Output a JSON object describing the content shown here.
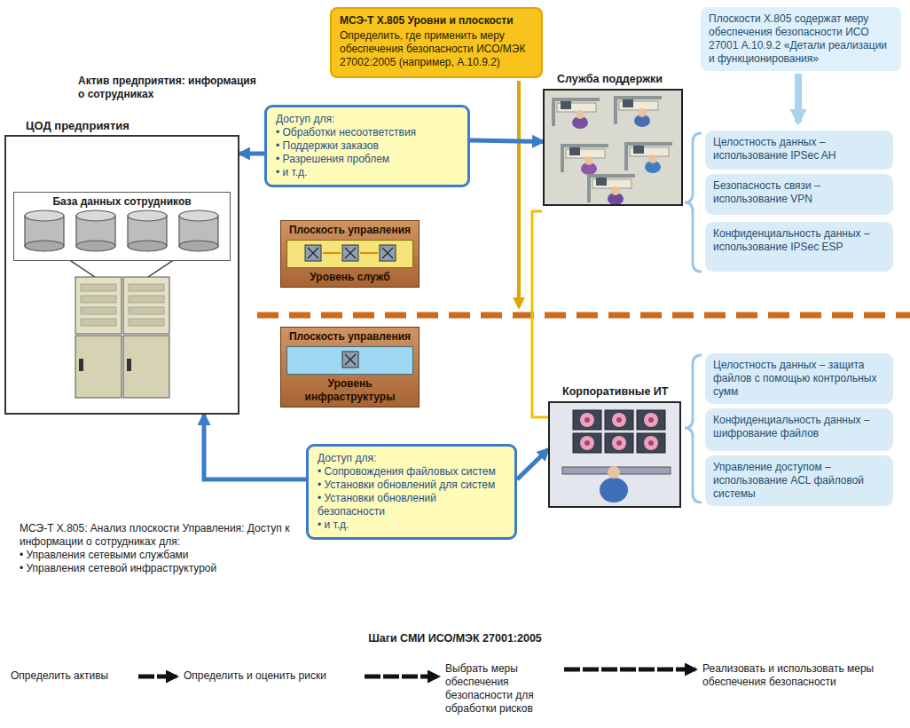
{
  "diagram": {
    "nodes": [
      {
        "text": [
          "МСЭ-Т X.805 Уровни и плоскости",
          "Определить, где применить меру обеспечения безопасности ИСО/МЭК 27002:2005 (например, А.10.9.2)"
        ]
      },
      {
        "text": [
          "Плоскости X.805 содержат меру обеспечения безопасности ИСО 27001 А.10.9.2 «Детали реализации и функционирования»"
        ]
      },
      {
        "text": [
          "ЦОД предприятия"
        ]
      },
      {
        "text": [
          "База данных сотрудников"
        ],
        "in": 2
      },
      {
        "text": [
          "Доступ для:",
          "• Обработки несоответствия",
          "• Поддержки заказов",
          "• Разрешения проблем",
          "• и т.д."
        ]
      },
      {
        "text": [
          "Плоскость управления",
          "Уровень служб"
        ]
      },
      {
        "text": [
          "Служба поддержки"
        ]
      },
      {
        "text": [
          "Целостность данных – использование IPSec AH"
        ]
      },
      {
        "text": [
          "Безопасность связи – использование VPN"
        ]
      },
      {
        "text": [
          "Конфиденциальность данных – использование IPSec ESP"
        ]
      },
      {
        "text": [
          "Плоскость управления",
          "Уровень инфраструктуры"
        ]
      },
      {
        "text": [
          "Корпоративные ИТ"
        ]
      },
      {
        "text": [
          "Целостность данных – защита файлов с помощью контрольных сумм"
        ]
      },
      {
        "text": [
          "Конфиденциальность данных – шифрование файлов"
        ]
      },
      {
        "text": [
          "Управление доступом – использование ACL файловой системы"
        ]
      },
      {
        "text": [
          "Доступ для:",
          "• Сопровождения файловых систем",
          "• Установки обновлений для систем",
          "• Установки обновлений безопасности",
          "• и т.д."
        ]
      },
      {
        "text": [
          "Определить активы"
        ]
      },
      {
        "text": [
          "Определить и оценить риски"
        ]
      },
      {
        "text": [
          "Выбрать меры обеспечения безопасности для обработки рисков"
        ]
      },
      {
        "text": [
          "Реализовать и использовать меры обеспечения безопасности"
        ]
      }
    ],
    "edges": [
      {
        "from": 4,
        "to": 2,
        "arrow": "to"
      },
      {
        "from": 4,
        "to": 6,
        "arrow": "to"
      },
      {
        "from": 15,
        "to": 2,
        "arrow": "to"
      },
      {
        "from": 15,
        "to": 11,
        "arrow": "to"
      },
      {
        "from": 16,
        "to": 17,
        "arrow": "to"
      },
      {
        "from": 17,
        "to": 18,
        "arrow": "to"
      },
      {
        "from": 18,
        "to": 19,
        "arrow": "to"
      }
    ],
    "labels": [
      "Актив предприятия: информация о сотрудниках",
      "МСЭ-Т X.805: Анализ плоскости Управления: Доступ к информации о сотрудниках для:",
      "• Управления сетевыми службами",
      "• Управления сетевой инфраструктурой",
      "Шаги СМИ ИСО/МЭК 27001:2005"
    ]
  }
}
